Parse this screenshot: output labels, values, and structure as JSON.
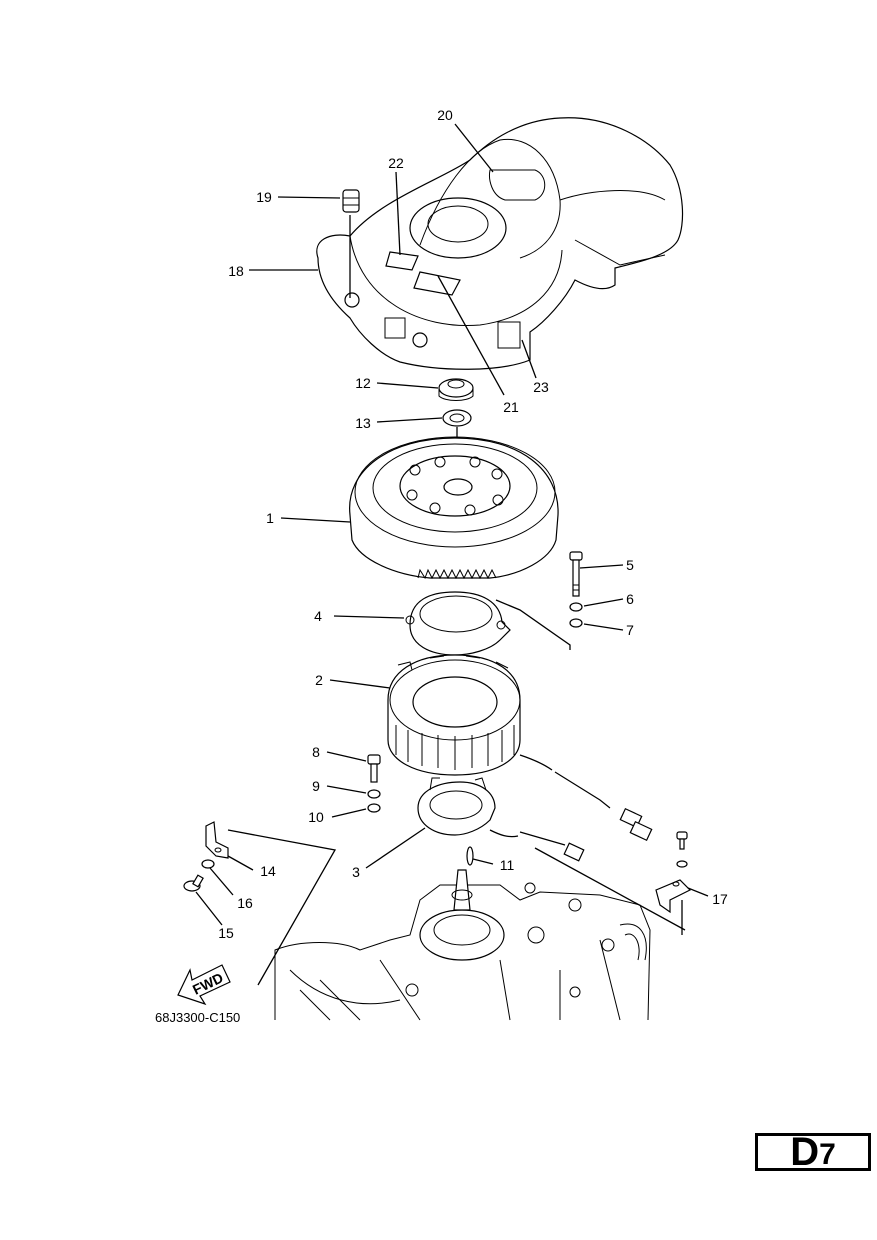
{
  "diagram": {
    "part_labels": [
      "1",
      "2",
      "3",
      "4",
      "5",
      "6",
      "7",
      "8",
      "9",
      "10",
      "11",
      "12",
      "13",
      "14",
      "15",
      "16",
      "17",
      "18",
      "19",
      "20",
      "21",
      "22",
      "23"
    ],
    "fwd_label": "FWD",
    "figure_code": "68J3300-C150"
  },
  "page_badge": {
    "letter": "D",
    "number": "7"
  }
}
